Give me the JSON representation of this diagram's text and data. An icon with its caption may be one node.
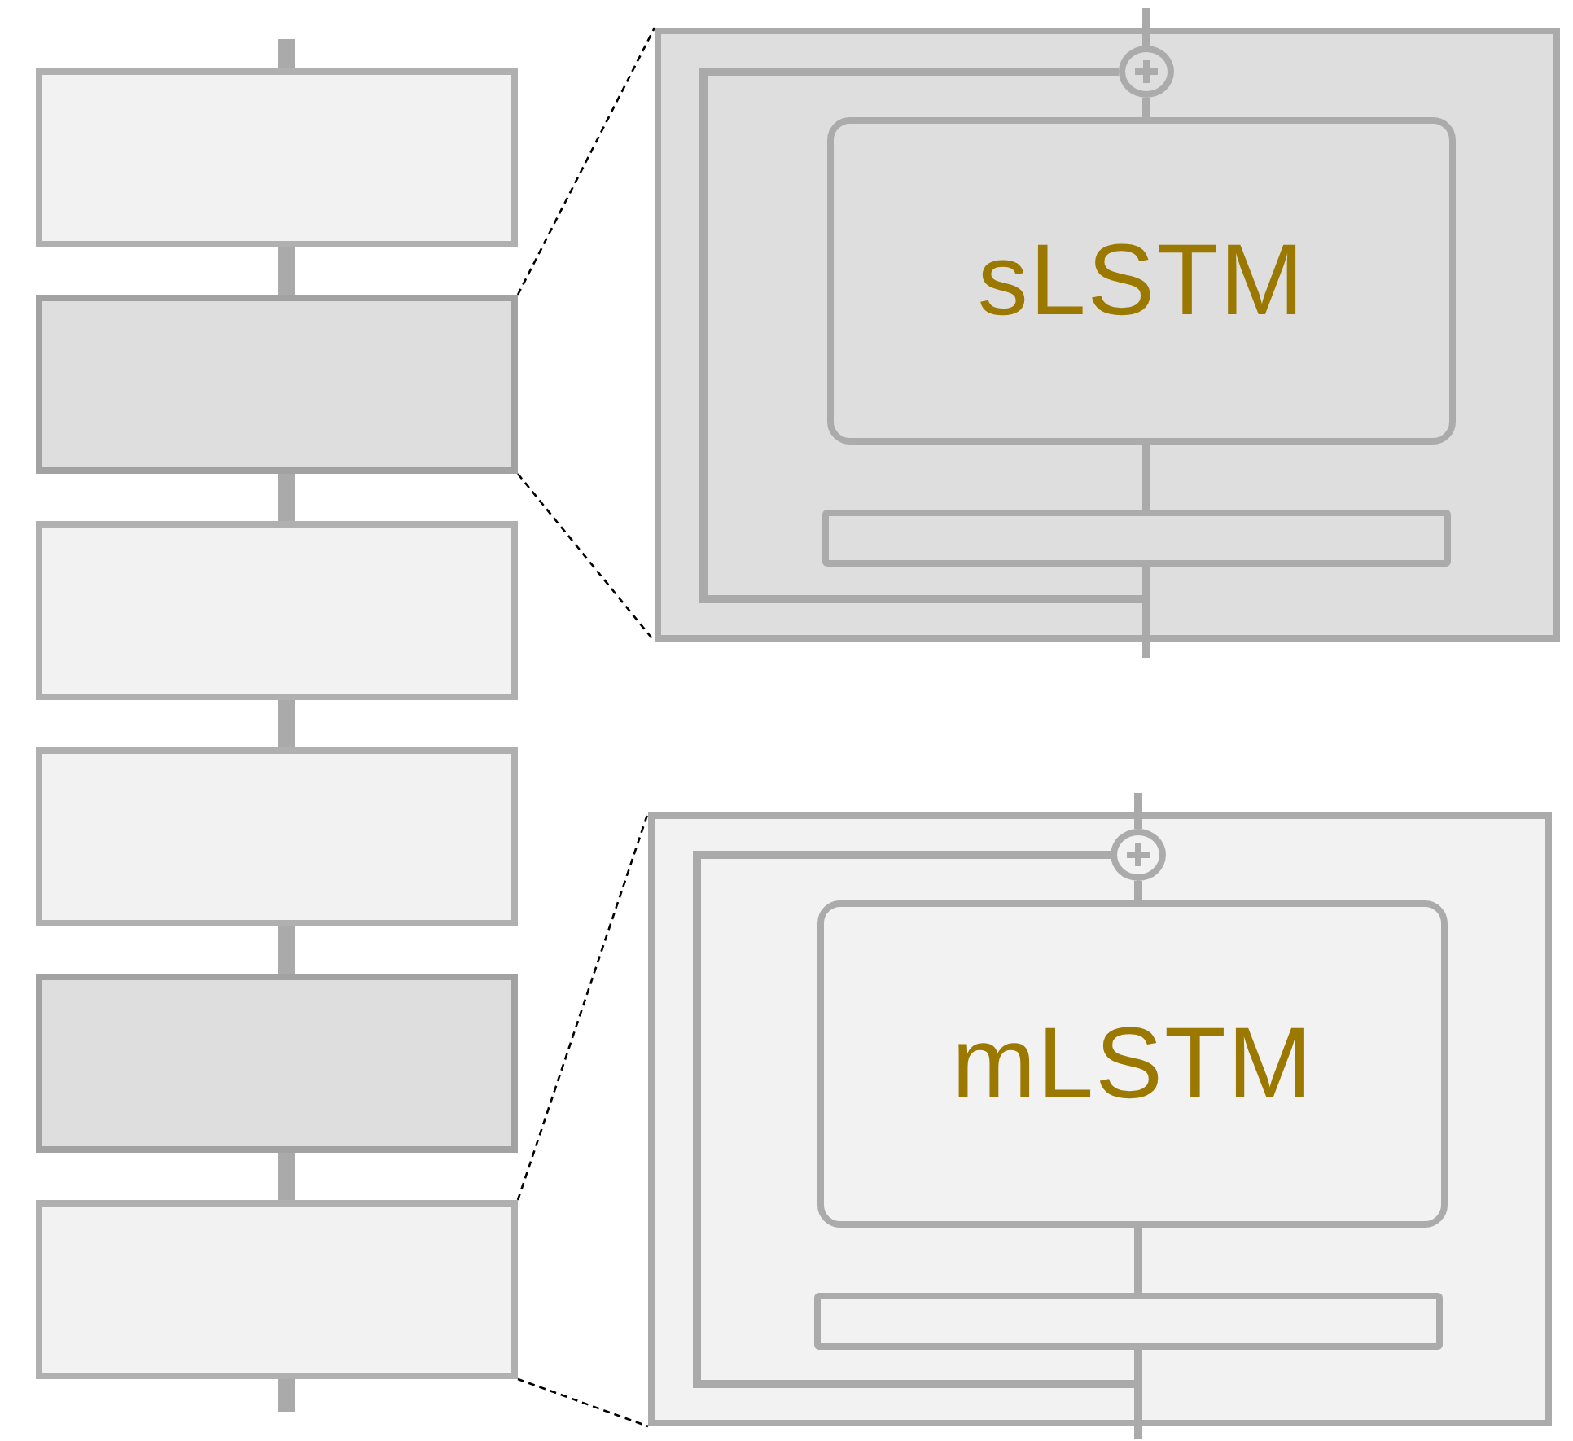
{
  "diagram": {
    "nodes": [
      {
        "text": [],
        "shape": "box"
      },
      {
        "text": [],
        "shape": "box"
      },
      {
        "text": [],
        "shape": "box"
      },
      {
        "text": [],
        "shape": "box"
      },
      {
        "text": [],
        "shape": "box"
      },
      {
        "text": [],
        "shape": "box"
      },
      {
        "text": [],
        "shape": "box"
      },
      {
        "text": [],
        "shape": "circle",
        "in": 6
      },
      {
        "text": [
          "sLSTM"
        ],
        "in": 6
      },
      {
        "text": [],
        "shape": "bar",
        "in": 6
      },
      {
        "text": [],
        "shape": "box"
      },
      {
        "text": [],
        "shape": "circle",
        "in": 10
      },
      {
        "text": [
          "mLSTM"
        ],
        "in": 10
      },
      {
        "text": [],
        "shape": "bar",
        "in": 10
      }
    ],
    "edges": [
      {
        "from": null,
        "to": 0,
        "arrow": "none",
        "style": "thick"
      },
      {
        "from": 0,
        "to": 1,
        "arrow": "none",
        "style": "thick"
      },
      {
        "from": 1,
        "to": 2,
        "arrow": "none",
        "style": "thick"
      },
      {
        "from": 2,
        "to": 3,
        "arrow": "none",
        "style": "thick"
      },
      {
        "from": 3,
        "to": 4,
        "arrow": "none",
        "style": "thick"
      },
      {
        "from": 4,
        "to": 5,
        "arrow": "none",
        "style": "thick"
      },
      {
        "from": 5,
        "to": null,
        "arrow": "none",
        "style": "thick"
      },
      {
        "from": 1,
        "to": 6,
        "arrow": "none",
        "style": "dashed",
        "color": "#000000"
      },
      {
        "from": 1,
        "to": 6,
        "arrow": "none",
        "style": "dashed",
        "color": "#000000"
      },
      {
        "from": 5,
        "to": 10,
        "arrow": "none",
        "style": "dashed",
        "color": "#000000"
      },
      {
        "from": 5,
        "to": 10,
        "arrow": "none",
        "style": "dashed",
        "color": "#000000"
      },
      {
        "from": null,
        "to": 9,
        "arrow": "none"
      },
      {
        "from": 9,
        "to": 8,
        "arrow": "none"
      },
      {
        "from": 8,
        "to": 7,
        "arrow": "none"
      },
      {
        "from": 7,
        "to": null,
        "arrow": "none"
      },
      {
        "from": null,
        "to": 7,
        "arrow": "none"
      },
      {
        "from": null,
        "to": 13,
        "arrow": "none"
      },
      {
        "from": 13,
        "to": 12,
        "arrow": "none"
      },
      {
        "from": 12,
        "to": 11,
        "arrow": "none"
      },
      {
        "from": 11,
        "to": null,
        "arrow": "none"
      },
      {
        "from": null,
        "to": 11,
        "arrow": "none"
      }
    ]
  }
}
